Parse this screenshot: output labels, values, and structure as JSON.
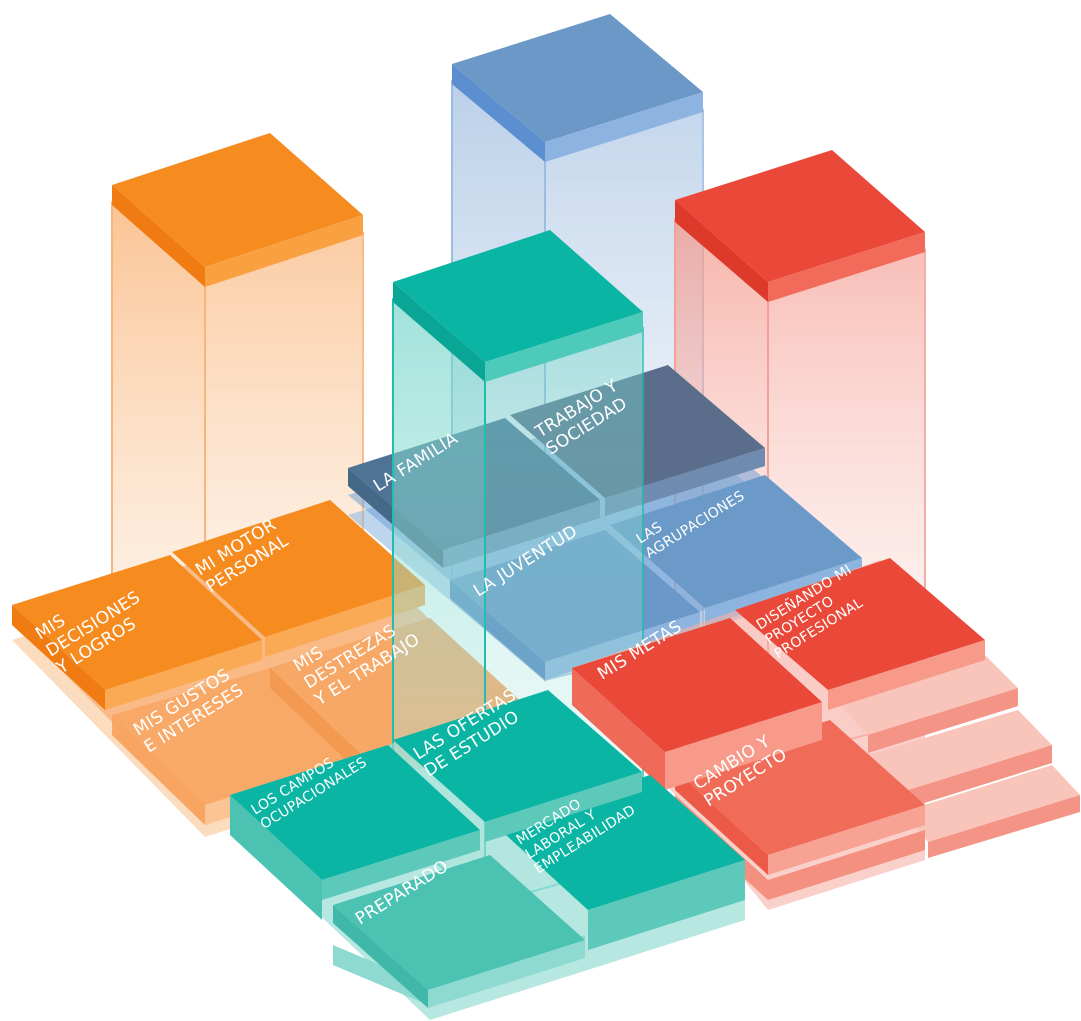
{
  "colors": {
    "orange": "#F68B1F",
    "orange_light": "#F7A866",
    "blue": "#6A98C8",
    "blue_dark": "#4A6F8E",
    "teal": "#0BB5A4",
    "teal_light": "#4CC2B3",
    "red": "#EA4838",
    "red_light": "#F06B58"
  },
  "groups": {
    "orange": {
      "tiles": [
        {
          "id": "mis-decisiones",
          "lines": [
            "MIS",
            "DECISIONES",
            "Y LOGROS"
          ]
        },
        {
          "id": "mi-motor",
          "lines": [
            "MI MOTOR",
            "PERSONAL"
          ]
        },
        {
          "id": "mis-gustos",
          "lines": [
            "MIS GUSTOS",
            "E INTERESES"
          ]
        },
        {
          "id": "mis-destrezas",
          "lines": [
            "MIS",
            "DESTREZAS",
            "Y EL TRABAJO"
          ]
        }
      ]
    },
    "blue": {
      "tiles": [
        {
          "id": "la-familia",
          "lines": [
            "LA FAMILIA"
          ]
        },
        {
          "id": "trabajo-sociedad",
          "lines": [
            "TRABAJO Y",
            "SOCIEDAD"
          ]
        },
        {
          "id": "la-juventud",
          "lines": [
            "LA JUVENTUD"
          ]
        },
        {
          "id": "las-agrupaciones",
          "lines": [
            "LAS",
            "AGRUPACIONES"
          ]
        }
      ]
    },
    "teal": {
      "tiles": [
        {
          "id": "los-campos",
          "lines": [
            "LOS CAMPOS",
            "OCUPACIONALES"
          ]
        },
        {
          "id": "las-ofertas",
          "lines": [
            "LAS OFERTAS",
            "DE ESTUDIO"
          ]
        },
        {
          "id": "preparado",
          "lines": [
            "PREPARADO"
          ]
        },
        {
          "id": "mercado-laboral",
          "lines": [
            "MERCADO",
            "LABORAL Y",
            "EMPLEABILIDAD"
          ]
        }
      ]
    },
    "red": {
      "tiles": [
        {
          "id": "mis-metas",
          "lines": [
            "MIS METAS"
          ]
        },
        {
          "id": "disenando",
          "lines": [
            "DISEÑANDO MI",
            "PROYECTO",
            "PROFESIONAL"
          ]
        },
        {
          "id": "cambio-proyecto",
          "lines": [
            "CAMBIO Y",
            "PROYECTO"
          ]
        }
      ]
    }
  }
}
